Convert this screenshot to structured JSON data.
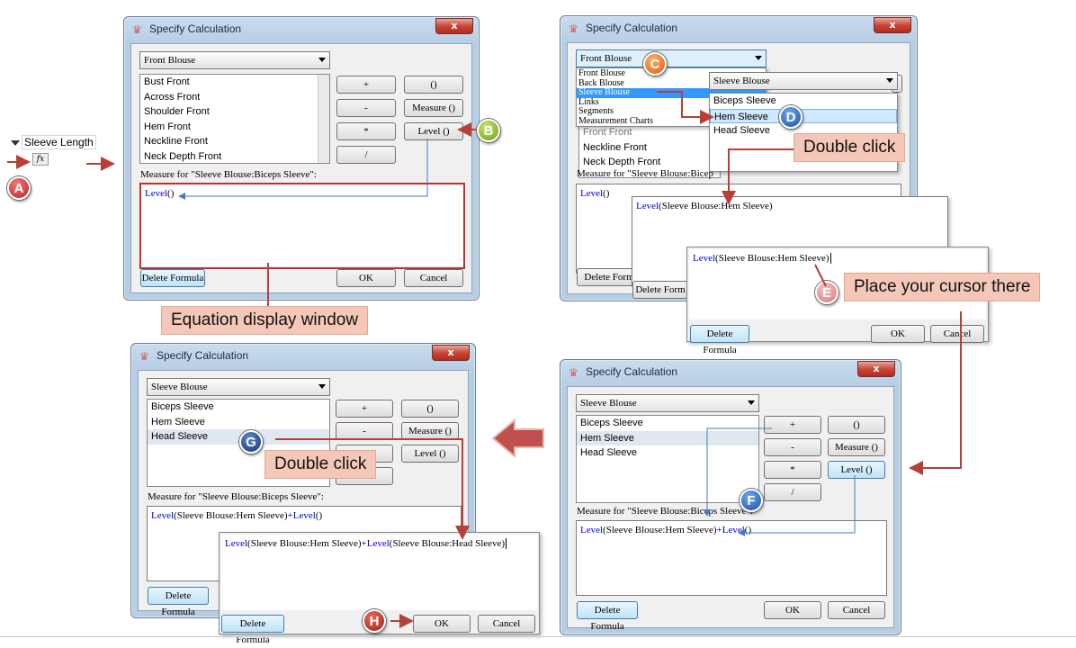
{
  "field": {
    "label": "Sleeve Length",
    "fx": "fx"
  },
  "dialog_title": "Specify Calculation",
  "close_glyph": "x",
  "dialog1": {
    "dropdown": "Front Blouse",
    "list": [
      "Bust Front",
      "Across Front",
      "Shoulder Front",
      "Hem Front",
      "Neckline Front",
      "Neck Depth Front"
    ],
    "measure_label": "Measure for \"Sleeve Blouse:Biceps Sleeve\":",
    "formula_func": "Level",
    "formula_args": "()"
  },
  "buttons": {
    "plus": "+",
    "paren": "()",
    "minus": "-",
    "measure": "Measure ()",
    "multiply": "*",
    "level": "Level ()",
    "divide": "/",
    "delete": "Delete Formula",
    "ok": "OK",
    "cancel": "Cancel"
  },
  "dialog2": {
    "dropdown": "Front Blouse",
    "dropdown_options": [
      "Front Blouse",
      "Back Blouse",
      "Sleeve Blouse",
      "Links",
      "Segments",
      "Measurement Charts"
    ],
    "second_dropdown": "Sleeve Blouse",
    "second_options": [
      "Biceps Sleeve",
      "Hem Sleeve",
      "Head Sleeve"
    ],
    "list_visible": [
      "Front Front",
      "Neckline Front",
      "Neck Depth Front"
    ],
    "measure_label": "Measure for \"Sleeve Blouse:Bicep",
    "formula_func": "Level",
    "formula_args": "()",
    "popup1_func": "Level",
    "popup1_args": "(Sleeve Blouse:Hem Sleeve)",
    "popup2_func": "Level",
    "popup2_args": "(Sleeve Blouse:Hem Sleeve)",
    "delete_partial": "Delete Form",
    "cancel_partial": "Cancel"
  },
  "dialog3": {
    "dropdown": "Sleeve Blouse",
    "list": [
      "Biceps Sleeve",
      "Hem Sleeve",
      "Head Sleeve"
    ],
    "measure_label": "Measure for \"Sleeve Blouse:Biceps Sleeve\":",
    "f_func1": "Level",
    "f_args1": "(Sleeve Blouse:Hem Sleeve)",
    "f_plus": "+",
    "f_func2": "Level",
    "f_args2": "()"
  },
  "dialog4": {
    "dropdown": "Sleeve Blouse",
    "list": [
      "Biceps Sleeve",
      "Hem Sleeve",
      "Head Sleeve"
    ],
    "measure_label": "Measure for \"Sleeve Blouse:Biceps Sleeve\":",
    "f_func1": "Level",
    "f_args1": "(Sleeve Blouse:Hem Sleeve)",
    "f_plus": "+",
    "f_func2": "Level",
    "f_args2": "()",
    "popup_func1": "Level",
    "popup_args1": "(Sleeve Blouse:Hem Sleeve)",
    "popup_plus": "+",
    "popup_func2": "Level",
    "popup_args2": "(Sleeve Blouse:Head Sleeve)"
  },
  "callouts": {
    "equation": "Equation display window",
    "double_click_1": "Double click",
    "cursor": "Place your cursor there",
    "double_click_2": "Double click"
  },
  "badges": {
    "a": "A",
    "b": "B",
    "c": "C",
    "d": "D",
    "e": "E",
    "f": "F",
    "g": "G",
    "h": "H"
  },
  "colors": {
    "arrow": "#b5403a",
    "blue_line": "#4a78c8",
    "formula_blue": "#0000d0",
    "callout_bg": "#f4c7b8"
  }
}
